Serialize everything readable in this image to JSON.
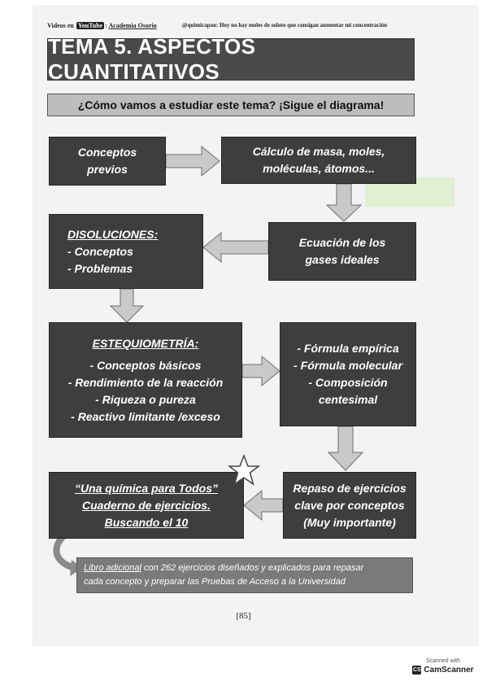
{
  "header": {
    "left_prefix": "Videos en",
    "youtube_label": "You",
    "youtube_label2": "Tube",
    "left_sep": ":",
    "channel_name": "Academia Osorio",
    "right_text": "@quimicapau: Hoy no hay moles de soluto que consigan aumentar mi concentración"
  },
  "title": "TEMA 5. ASPECTOS CUANTITATIVOS",
  "subtitle": "¿Cómo vamos a estudiar este tema? ¡Sigue el diagrama!",
  "diagram": {
    "conceptos": [
      "Conceptos",
      "previos"
    ],
    "calculo": [
      "Cálculo de masa, moles,",
      "moléculas, átomos..."
    ],
    "ecuacion": [
      "Ecuación de los",
      "gases ideales"
    ],
    "disoluciones": {
      "heading": "DISOLUCIONES:",
      "items": [
        "- Conceptos",
        "- Problemas"
      ]
    },
    "estequiometria": {
      "heading": "ESTEQUIOMETRÍA:",
      "items": [
        "- Conceptos básicos",
        "- Rendimiento de la reacción",
        "- Riqueza o pureza",
        "- Reactivo limitante /exceso"
      ]
    },
    "formulas": [
      "- Fórmula empírica",
      "- Fórmula molecular",
      "- Composición",
      "centesimal"
    ],
    "repaso": [
      "Repaso de ejercicios",
      "clave por conceptos",
      "(Muy importante)"
    ],
    "libro": [
      "“Una química para Todos”",
      "Cuaderno de ejercicios.",
      "Buscando el 10"
    ]
  },
  "note": {
    "link": "Libro adicional",
    "line1_rest": " con 262 ejercicios diseñados y explicados para repasar",
    "line2": "cada concepto y preparar las Pruebas de Acceso a la Universidad"
  },
  "page_number": "[85]",
  "scanner": {
    "top": "Scanned with",
    "logo": "CS",
    "brand": "CamScanner"
  }
}
